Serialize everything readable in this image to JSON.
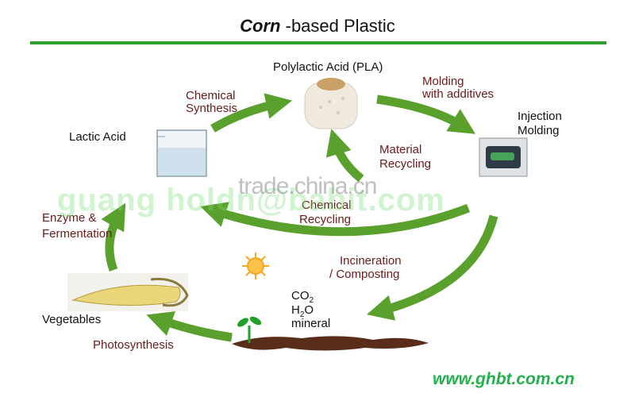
{
  "title": {
    "emphasis": "Corn",
    "rest": "-based Plastic"
  },
  "nodes": {
    "pla": "Polylactic Acid (PLA)",
    "lactic": "Lactic Acid",
    "injection_1": "Injection",
    "injection_2": "Molding",
    "vegetables": "Vegetables",
    "co2": "CO",
    "co2_sub": "2",
    "h2o_h": "H",
    "h2o_sub": "2",
    "h2o_o": "O",
    "mineral": "mineral"
  },
  "edges": {
    "chem_synth_1": "Chemical",
    "chem_synth_2": "Synthesis",
    "molding_1": "Molding",
    "molding_2": "with additives",
    "mat_recyc_1": "Material",
    "mat_recyc_2": "Recycling",
    "chem_recyc_1": "Chemical",
    "chem_recyc_2": "Recycling",
    "incin_1": "Incineration",
    "incin_2": "/ Composting",
    "enzyme_1": "Enzyme &",
    "enzyme_2": "Fermentation",
    "photo": "Photosynthesis"
  },
  "watermarks": {
    "trade": "trade.china.cn",
    "green": "guang holdn@babit.com"
  },
  "website": "www.ghbt.com.cn",
  "colors": {
    "arrow": "#5aa02c",
    "rule": "#2e9e2e",
    "label": "#6b1a1a",
    "website": "#22b14c",
    "soil": "#5a2d1a"
  }
}
